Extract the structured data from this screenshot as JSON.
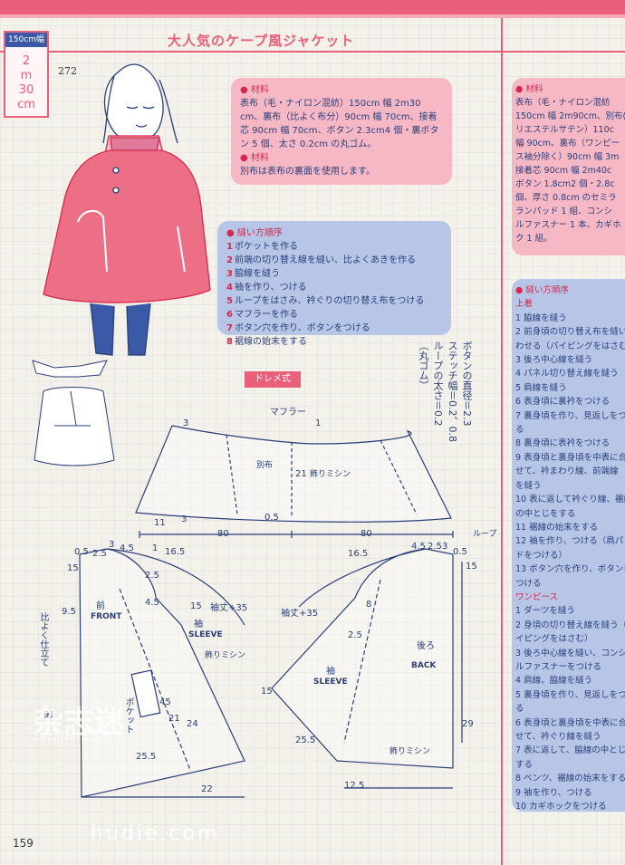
{
  "page": {
    "fabric_width": "150cm幅",
    "fabric_length": [
      "2",
      "m",
      "30",
      "cm"
    ],
    "title": "大人気のケープ風ジャケット",
    "pattern_number": "272",
    "page_number": "159",
    "watermarks": [
      "杂志迷",
      "zazhimi.com",
      "hudie.com"
    ]
  },
  "materials": {
    "header": "材料",
    "text": "表布（毛・ナイロン混紡）150cm 幅 2m30 cm、裏布（比よく布分）90cm 幅 70cm、接着芯 90cm 幅 70cm、ボタン 2.3cm4 個・裏ボタン 5 個、太さ 0.2cm の丸ゴム。",
    "note_header": "材料",
    "note": "別布は表布の裏面を使用します。"
  },
  "steps": {
    "header": "縫い方順序",
    "items": [
      "ポケットを作る",
      "前端の切り替え線を縫い、比よくあきを作る",
      "脇線を縫う",
      "袖を作り、つける",
      "ループをはさみ、衿ぐりの切り替え布をつける",
      "マフラーを作る",
      "ボタン穴を作り、ボタンをつける",
      "裾線の始末をする"
    ]
  },
  "diagram": {
    "method": "ドレメ式",
    "vertical_note": [
      "ボタンの直径＝2.3",
      "ステッチ幅＝0.2、0.8",
      "ループの太さ＝0.2",
      "（丸ゴム）"
    ],
    "labels": {
      "muffler": "マフラー",
      "betsununo": "別布",
      "kazari": "飾りミシン",
      "front": "前",
      "front_en": "FRONT",
      "back": "後ろ",
      "back_en": "BACK",
      "sleeve": "袖",
      "sleeve_en": "SLEEVE",
      "sleeve_length": "袖丈+35",
      "loop": "ループ",
      "hiyoku": "比よく仕立て",
      "pocket": "ポケット"
    },
    "numbers": [
      "3",
      "1",
      "21",
      "11",
      "3",
      "0.5",
      "80",
      "80",
      "3",
      "4.5",
      "1",
      "16.5",
      "0.5",
      "2.5",
      "15",
      "9.5",
      "4.5",
      "2.5",
      "15",
      "45",
      "21",
      "24",
      "25.5",
      "91",
      "22",
      "16.5",
      "4.5",
      "2.5",
      "3",
      "0.5",
      "15",
      "8",
      "2.5",
      "15",
      "29",
      "25.5",
      "12.5"
    ]
  },
  "right_column": {
    "materials_header": "材料",
    "materials_lines": [
      "表布（毛・ナイロン混紡",
      "150cm 幅 2m90cm、別布(",
      "リエステルサテン）110c",
      "幅 90cm、裏布（ワンピー",
      "ス袖分除く）90cm 幅 3m",
      "接着芯 90cm 幅 2m40c",
      "ボタン 1.8cm2 個・2.8c",
      "個、厚さ 0.8cm のセミラ",
      "ランパッド 1 組、コンシ",
      "ルファスナー 1 本、カギホ",
      "ク 1 組。"
    ],
    "steps_header": "縫い方順序",
    "upper_label": "上着",
    "upper_items": [
      "1 脇線を縫う",
      "2 前身頃の切り替え布を縫い",
      "わせる（パイピングをはさむ",
      "3 後ろ中心線を縫う",
      "4 パネル切り替え線を縫う",
      "5 肩線を縫う",
      "6 表身頃に裏衿をつける",
      "7 裏身頃を作り、見返しをつけ",
      "る",
      "8 裏身頃に表衿をつける",
      "9 表身頃と裏身頃を中表に合わ",
      "せて、衿まわり線、前端線",
      "を縫う",
      "10 表に返して衿ぐり線、裾線",
      "の中とじをする",
      "11 裾線の始末をする",
      "12 袖を作り、つける（肩パッ",
      "ドをつける）",
      "13 ボタン穴を作り、ボタンを",
      "つける"
    ],
    "dress_label": "ワンピース",
    "dress_items": [
      "1 ダーツを縫う",
      "2 身頃の切り替え線を縫う（パ",
      "イピングをはさむ）",
      "3 後ろ中心線を縫い、コンシー",
      "ルファスナーをつける",
      "4 肩線、脇線を縫う",
      "5 裏身頃を作り、見返しをつけ",
      "る",
      "6 表身頃と裏身頃を中表に合わ",
      "せて、衿ぐり線を縫う",
      "7 表に返して、脇線の中とじを",
      "する",
      "8 ベンツ、裾線の始末をする",
      "9 袖を作り、つける",
      "10 カギホックをつける"
    ]
  },
  "colors": {
    "accent": "#e8607a",
    "pink_box": "#f7b8c6",
    "blue_box": "#b7c6e6",
    "ink": "#2a3f7a"
  }
}
